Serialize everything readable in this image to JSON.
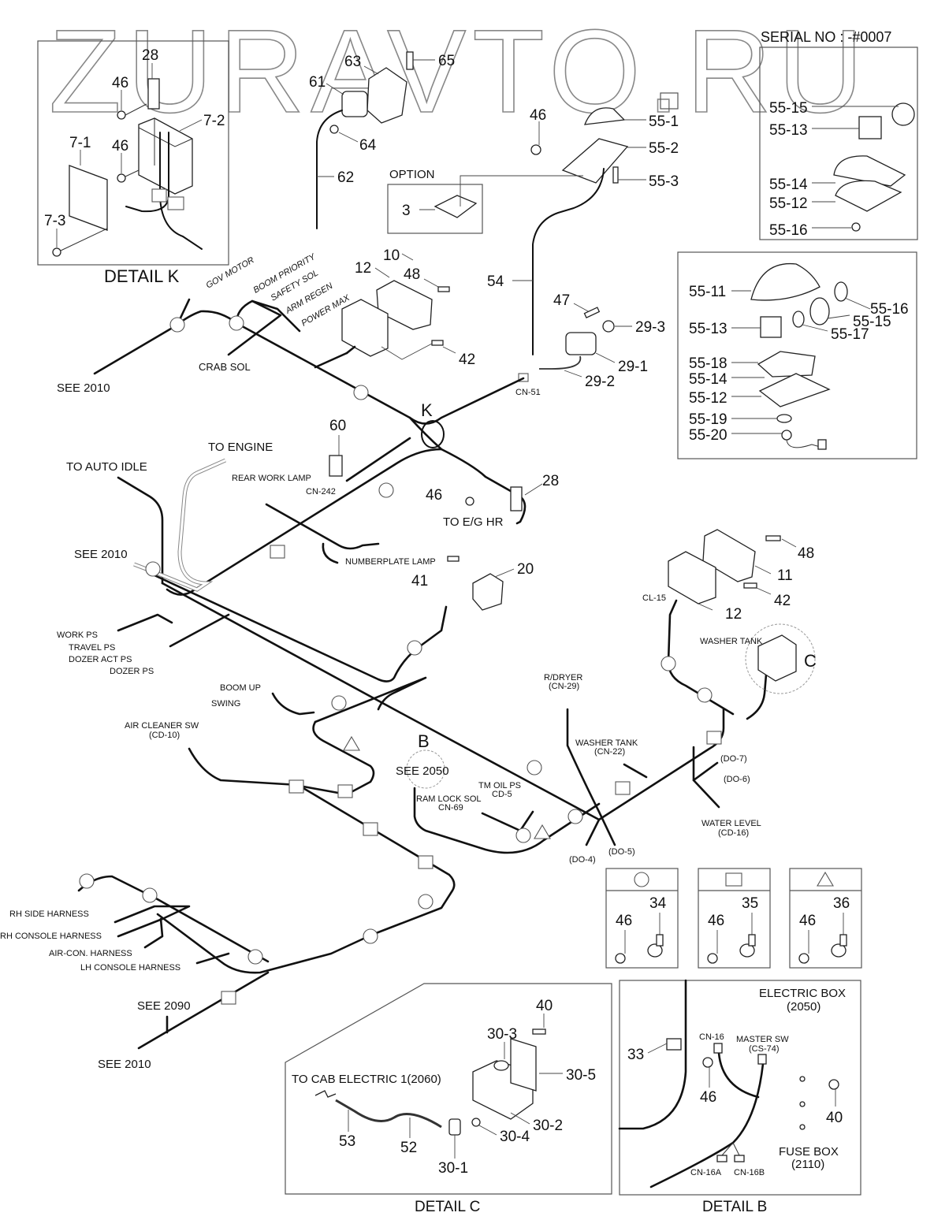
{
  "watermark": "ZURAVTO.RU",
  "serial": "SERIAL NO : -#0007",
  "detail_titles": {
    "k": "DETAIL K",
    "c": "DETAIL C",
    "b": "DETAIL B"
  },
  "detail_k": {
    "parts": [
      "28",
      "46",
      "7-2",
      "7-1",
      "46",
      "7-3"
    ]
  },
  "top_lamp": {
    "parts": [
      "63",
      "65",
      "61",
      "64",
      "62"
    ]
  },
  "beacon": {
    "parts": [
      "46",
      "55-1",
      "55-2",
      "55-3",
      "54"
    ],
    "option_label": "OPTION",
    "option_part": "3"
  },
  "beacon_detail_1": {
    "parts": [
      "55-15",
      "55-13",
      "55-14",
      "55-12",
      "55-16"
    ]
  },
  "beacon_detail_2": {
    "parts": [
      "55-11",
      "55-16",
      "55-15",
      "55-13",
      "55-17",
      "55-18",
      "55-14",
      "55-12",
      "55-19",
      "55-20"
    ]
  },
  "switch_panel_top": {
    "parts": [
      "10",
      "12",
      "48",
      "42"
    ]
  },
  "connectors_top": {
    "gov_motor": "GOV MOTOR",
    "boom_priority": "BOOM PRIORITY",
    "safety_sol": "SAFETY SOL",
    "arm_regen": "ARM REGEN",
    "power_max": "POWER MAX",
    "crab_sol": "CRAB SOL",
    "see_2010_a": "SEE 2010"
  },
  "work_lamp": {
    "parts": [
      "47",
      "29-3",
      "29-1",
      "29-2"
    ],
    "cn51": "CN-51"
  },
  "center": {
    "k_marker": "K",
    "part_60": "60",
    "cn242": "CN-242",
    "to_engine": "TO ENGINE",
    "to_auto_idle": "TO AUTO IDLE",
    "rear_work_lamp": "REAR WORK LAMP",
    "numberplate_lamp": "NUMBERPLATE LAMP",
    "see_2010_b": "SEE 2010",
    "part_28": "28",
    "part_46": "46",
    "to_eg_hr": "TO E/G HR",
    "part_41": "41",
    "part_20": "20"
  },
  "pressure_switches": [
    "WORK PS",
    "TRAVEL PS",
    "DOZER ACT PS",
    "DOZER PS"
  ],
  "mid": {
    "boom_up": "BOOM UP",
    "swing": "SWING",
    "air_cleaner_sw": "AIR CLEANER SW",
    "air_cleaner_code": "(CD-10)",
    "b_marker": "B",
    "see_2050": "SEE 2050",
    "tm_oil_ps": "TM OIL PS",
    "tm_oil_code": "CD-5",
    "ram_lock_sol": "RAM LOCK SOL",
    "ram_lock_code": "CN-69",
    "r_dryer": "R/DRYER",
    "r_dryer_code": "(CN-29)",
    "washer_tank": "WASHER TANK",
    "washer_tank_code": "(CN-22)",
    "do7": "(DO-7)",
    "do6": "(DO-6)",
    "do4": "(DO-4)",
    "do5": "(DO-5)",
    "water_level": "WATER LEVEL",
    "water_level_code": "(CD-16)"
  },
  "right_panel": {
    "parts": [
      "48",
      "11",
      "42",
      "12"
    ],
    "cl15": "CL-15",
    "washer_tank": "WASHER TANK",
    "c_marker": "C"
  },
  "harness_bottom": {
    "rh_side": "RH SIDE HARNESS",
    "rh_console": "RH CONSOLE HARNESS",
    "air_con": "AIR-CON. HARNESS",
    "lh_console": "LH CONSOLE HARNESS",
    "see_2090": "SEE 2090",
    "see_2010_c": "SEE 2010"
  },
  "clamp_legend": [
    {
      "symbol": "circle",
      "bolt": "46",
      "clamp": "34"
    },
    {
      "symbol": "square",
      "bolt": "46",
      "clamp": "35"
    },
    {
      "symbol": "triangle",
      "bolt": "46",
      "clamp": "36"
    }
  ],
  "detail_c": {
    "to_cab": "TO CAB ELECTRIC 1(2060)",
    "parts": [
      "40",
      "30-3",
      "30-5",
      "30-2",
      "30-4",
      "30-1",
      "52",
      "53"
    ]
  },
  "detail_b": {
    "electric_box": "ELECTRIC BOX",
    "electric_box_code": "(2050)",
    "cn16": "CN-16",
    "master_sw": "MASTER SW",
    "master_sw_code": "(CS-74)",
    "part_33": "33",
    "part_46": "46",
    "part_40": "40",
    "fuse_box": "FUSE BOX",
    "fuse_box_code": "(2110)",
    "cn16a": "CN-16A",
    "cn16b": "CN-16B"
  }
}
